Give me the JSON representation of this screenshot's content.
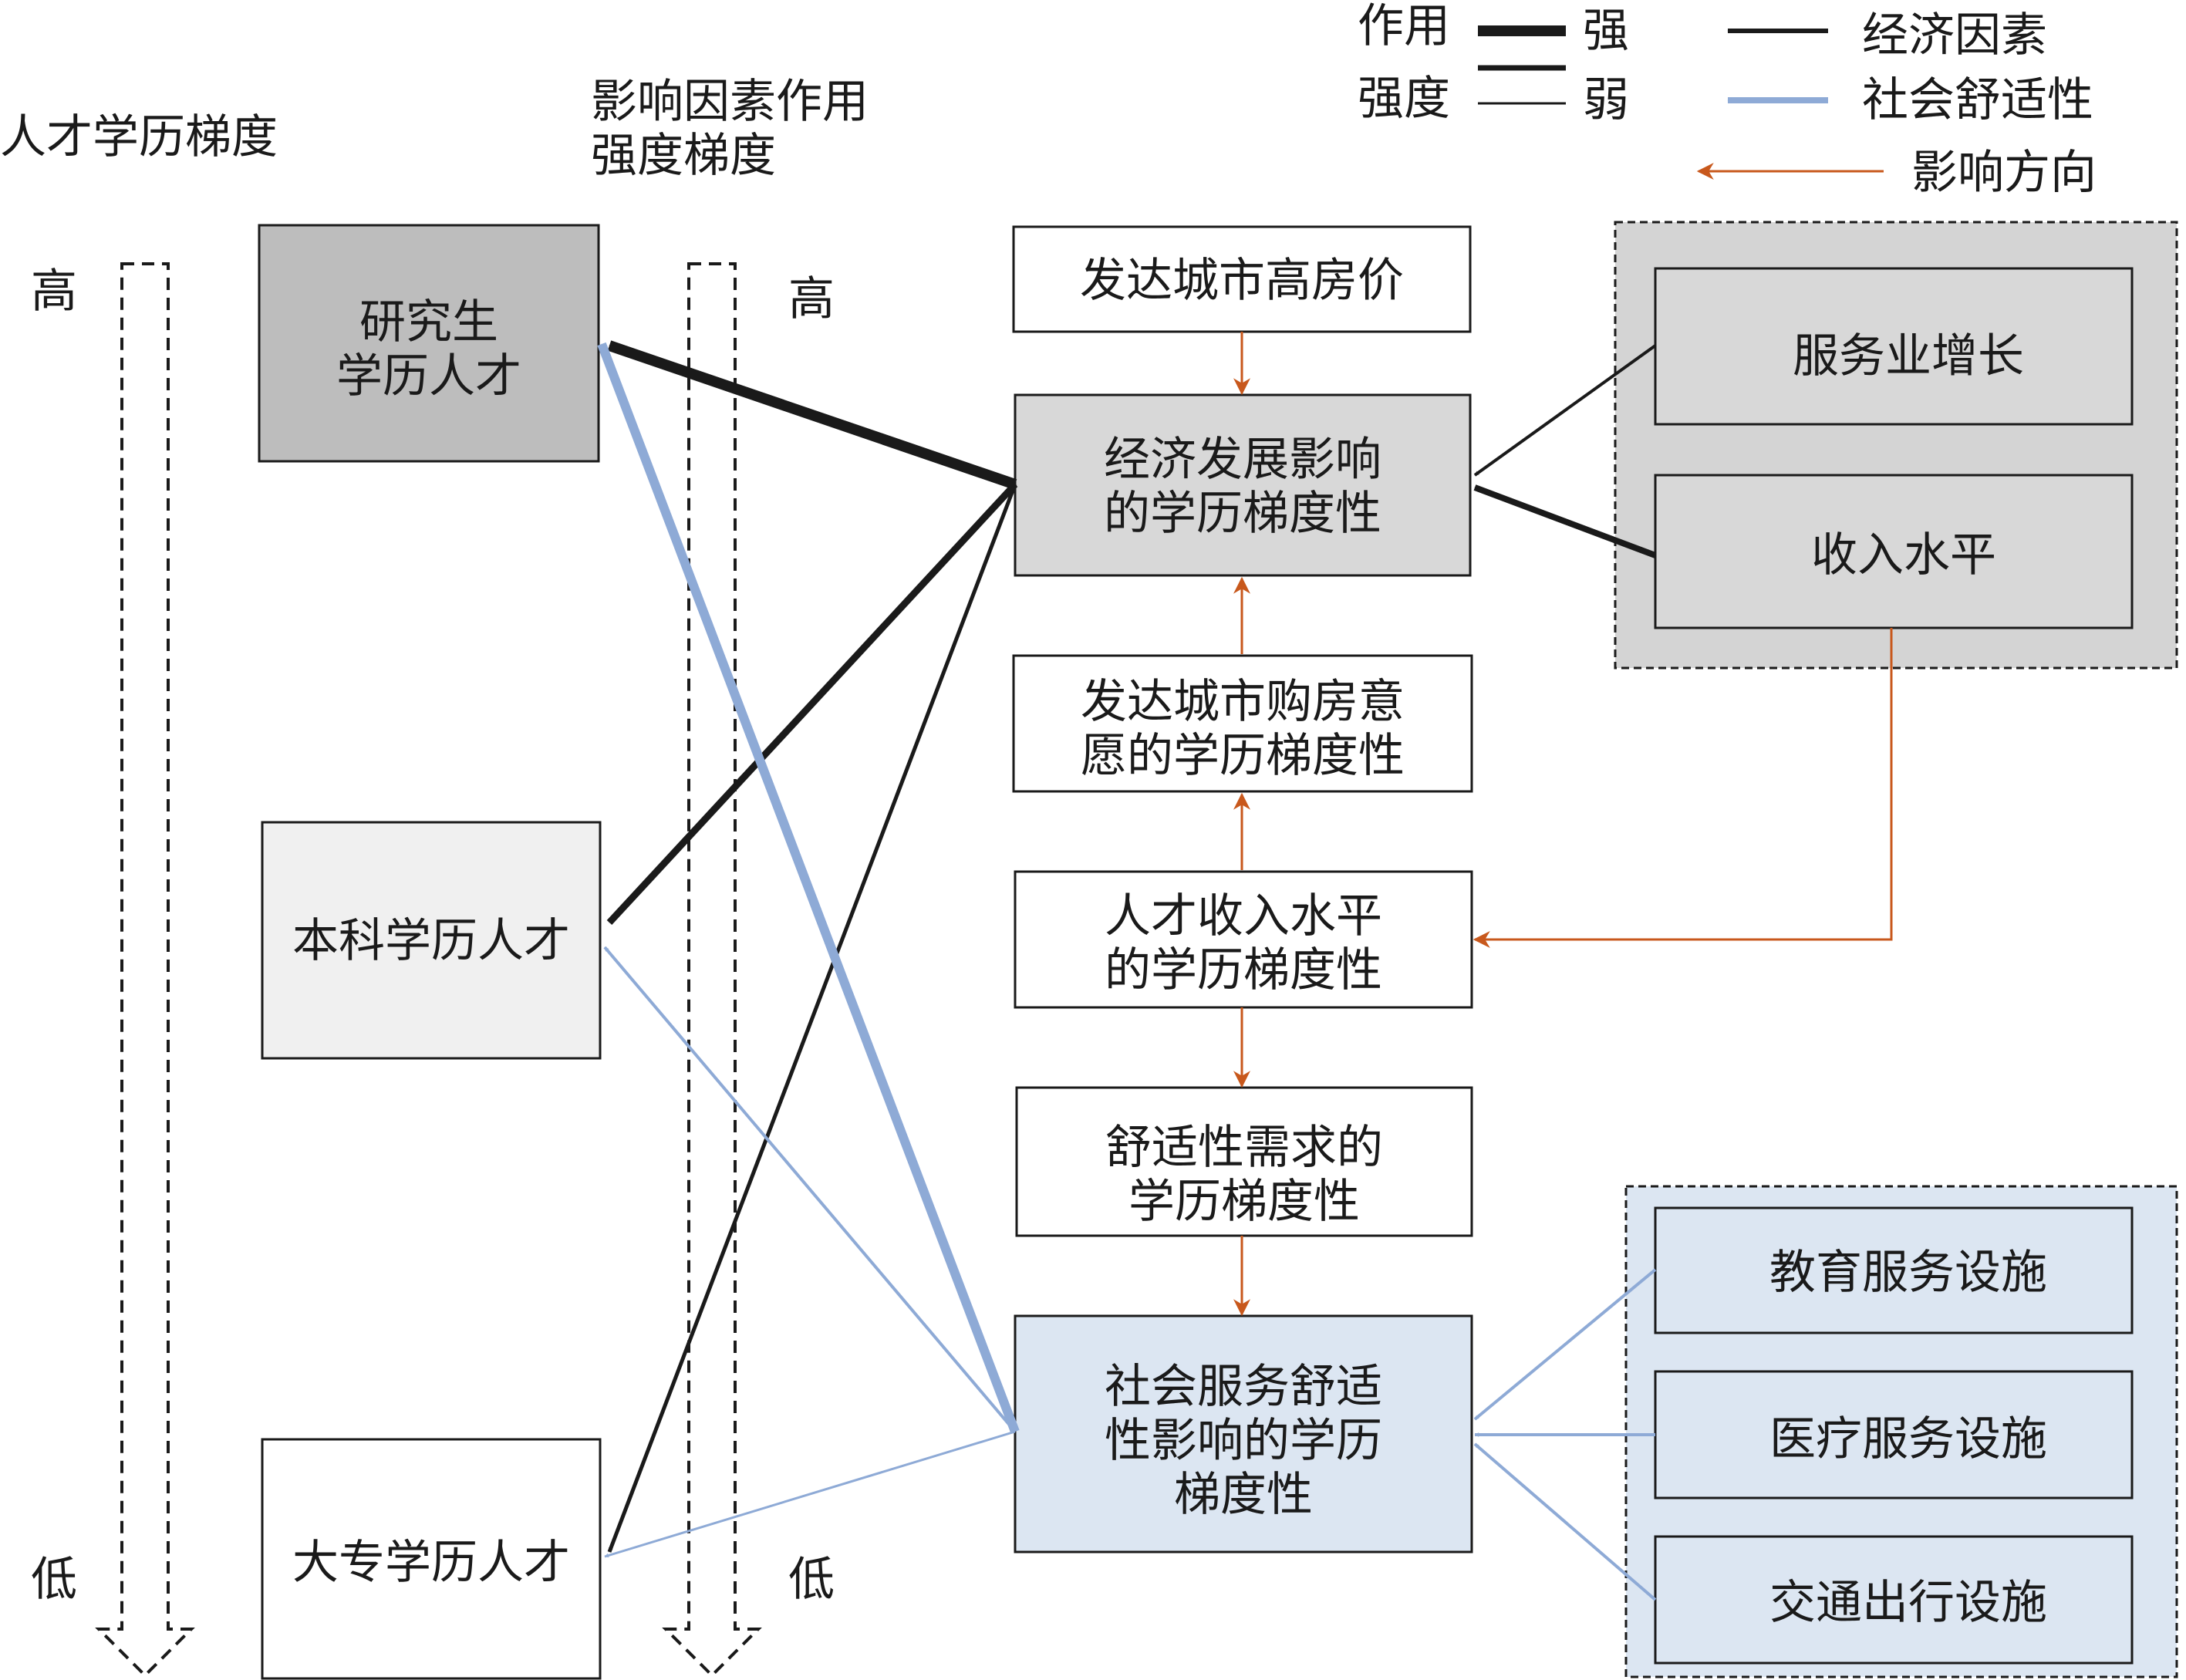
{
  "colors": {
    "economic": "#1a1a1a",
    "social": "#8eaad6",
    "direction": "#c8581c",
    "box_grad_dark": "#bdbdbd",
    "box_grey": "#d8d8d8",
    "box_light": "#f0f0f0",
    "box_blue": "#dce6f2",
    "group_grey": "#d4d4d4"
  },
  "left_axis": {
    "title": "人才学历梯度",
    "high": "高",
    "low": "低"
  },
  "mid_axis": {
    "title_line1": "影响因素作用",
    "title_line2": "强度梯度",
    "high": "高",
    "low": "低"
  },
  "talent": {
    "graduate_line1": "研究生",
    "graduate_line2": "学历人才",
    "bachelor": "本科学历人才",
    "college": "大专学历人才"
  },
  "chain": {
    "house_price": "发达城市高房价",
    "econ_line1": "经济发展影响",
    "econ_line2": "的学历梯度性",
    "buy_line1": "发达城市购房意",
    "buy_line2": "愿的学历梯度性",
    "income_line1": "人才收入水平",
    "income_line2": "的学历梯度性",
    "comfort_line1": "舒适性需求的",
    "comfort_line2": "学历梯度性",
    "social_line1": "社会服务舒适",
    "social_line2": "性影响的学历",
    "social_line3": "梯度性"
  },
  "econ_factors": {
    "service_growth": "服务业增长",
    "income_level": "收入水平"
  },
  "social_factors": {
    "education": "教育服务设施",
    "medical": "医疗服务设施",
    "transport": "交通出行设施"
  },
  "legend": {
    "strength_line1": "作用",
    "strength_line2": "强度",
    "strong": "强",
    "weak": "弱",
    "economic": "经济因素",
    "social": "社会舒适性",
    "direction": "影响方向"
  }
}
